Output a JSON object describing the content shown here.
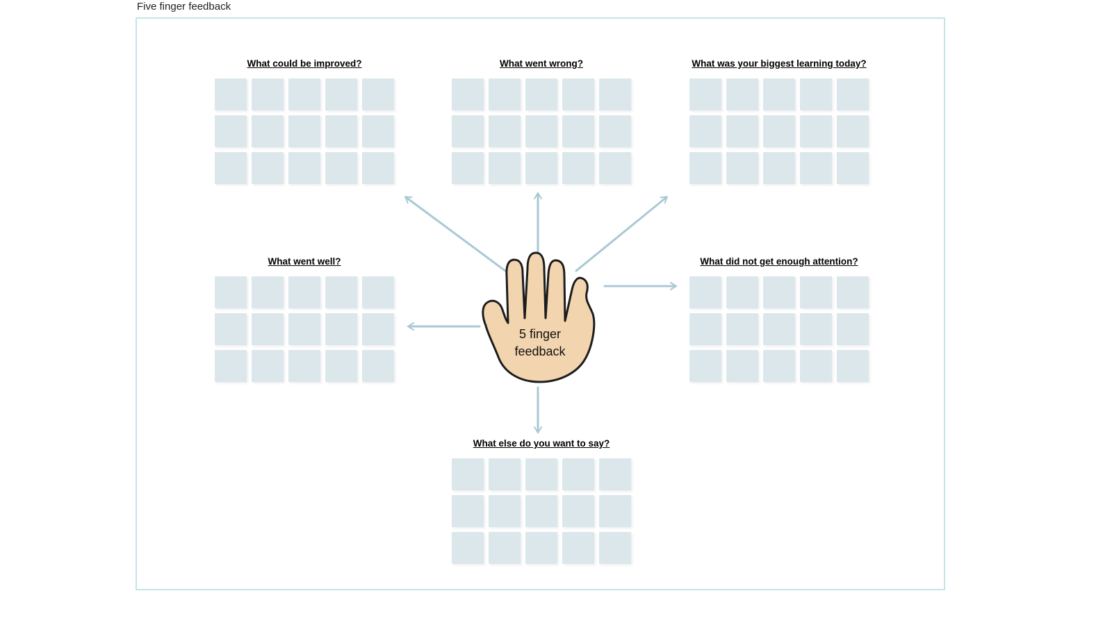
{
  "page": {
    "title": "Five finger feedback"
  },
  "hand": {
    "label_line1": "5 finger",
    "label_line2": "feedback"
  },
  "sections": [
    {
      "title": "What could be improved?"
    },
    {
      "title": "What went wrong?"
    },
    {
      "title": "What was your biggest learning today?"
    },
    {
      "title": "What went well?"
    },
    {
      "title": "What did not get enough attention?"
    },
    {
      "title": "What else do you want to say?"
    }
  ],
  "grid": {
    "columns": 5,
    "rows": 3,
    "notes_per_section": 15
  },
  "colors": {
    "sticky": "#dbe7eb",
    "arrow": "#a9c8d5",
    "hand_fill": "#f2d4ae",
    "hand_outline": "#1c1c1c",
    "frame_border": "#c6e3e8"
  }
}
